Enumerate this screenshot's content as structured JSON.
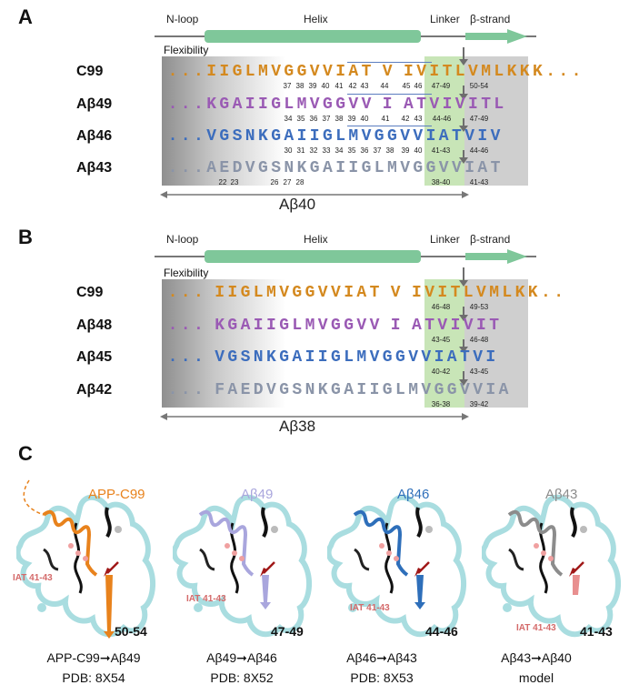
{
  "colors": {
    "c99": "#d4891f",
    "ab49": "#9a5ab4",
    "ab46": "#3c6dbd",
    "ab43": "#8a94a8",
    "helix": "#7fc79a",
    "linker": "#bde1aa",
    "iat": "#d46a6a",
    "arrow_red": "#a01818",
    "c99_struct": "#e8821c",
    "ab49_struct": "#a9a6dd",
    "ab46_struct": "#2e6fba",
    "ab43_struct": "#8c8c8c"
  },
  "panelA": {
    "letter": "A",
    "topology": {
      "nloop": "N-loop",
      "helix": "Helix",
      "linker": "Linker",
      "strand": "β-strand"
    },
    "flexibility": "Flexibility",
    "rows": [
      {
        "label": "C99",
        "seq": "...IIGLMVGGVVIAT V IVITLVMLKKK...",
        "numbers": [
          "37",
          "38",
          "39",
          "40",
          "41",
          "42",
          "43",
          "44",
          "45",
          "46",
          "47-49",
          "50-54"
        ]
      },
      {
        "label": "Aβ49",
        "seq": "...KGAIIGLMVGGVV I ATVIVITL",
        "numbers": [
          "34",
          "35",
          "36",
          "37",
          "38",
          "39",
          "40",
          "41",
          "42",
          "43",
          "44-46",
          "47-49"
        ]
      },
      {
        "label": "Aβ46",
        "seq": "...VGSNKGAIIGLMVGGVVIATVIV",
        "numbers": [
          "30",
          "31",
          "32",
          "33",
          "34",
          "35",
          "36",
          "37",
          "38",
          "39",
          "40",
          "41-43",
          "44-46"
        ]
      },
      {
        "label": "Aβ43",
        "seq": "...AEDVGSNKGAIIGLMVGGVVIAT",
        "numbers": [
          "22",
          "23",
          "26",
          "27",
          "28",
          "38-40",
          "41-43"
        ]
      }
    ],
    "span": "Aβ40"
  },
  "panelB": {
    "letter": "B",
    "topology": {
      "nloop": "N-loop",
      "helix": "Helix",
      "linker": "Linker",
      "strand": "β-strand"
    },
    "flexibility": "Flexibility",
    "rows": [
      {
        "label": "C99",
        "seq": "... IIGLMVGGVVIAT V IVITLVMLKK..",
        "numbers": [
          "46-48",
          "49-53"
        ]
      },
      {
        "label": "Aβ48",
        "seq": "... KGAIIGLMVGGVV I ATVIVIT",
        "numbers": [
          "43-45",
          "46-48"
        ]
      },
      {
        "label": "Aβ45",
        "seq": "... VGSNKGAIIGLMVGGVVIATVI",
        "numbers": [
          "40-42",
          "43-45"
        ]
      },
      {
        "label": "Aβ42",
        "seq": "... FAEDVGSNKGAIIGLMVGGVVIA",
        "numbers": [
          "36-38",
          "39-42"
        ]
      }
    ],
    "span": "Aβ38"
  },
  "panelC": {
    "letter": "C",
    "structures": [
      {
        "title": "APP-C99",
        "iat": "IAT 41-43",
        "residues": "50-54",
        "from": "APP-C99",
        "to": "Aβ49",
        "source": "PDB:  8X54"
      },
      {
        "title": "Aβ49",
        "iat": "IAT 41-43",
        "residues": "47-49",
        "from": "Aβ49",
        "to": "Aβ46",
        "source": "PDB:  8X52"
      },
      {
        "title": "Aβ46",
        "iat": "IAT 41-43",
        "residues": "44-46",
        "from": "Aβ46",
        "to": "Aβ43",
        "source": "PDB:  8X53"
      },
      {
        "title": "Aβ43",
        "iat": "IAT 41-43",
        "residues": "41-43",
        "from": "Aβ43",
        "to": "Aβ40",
        "source": "model"
      }
    ],
    "arrow": "➞"
  }
}
